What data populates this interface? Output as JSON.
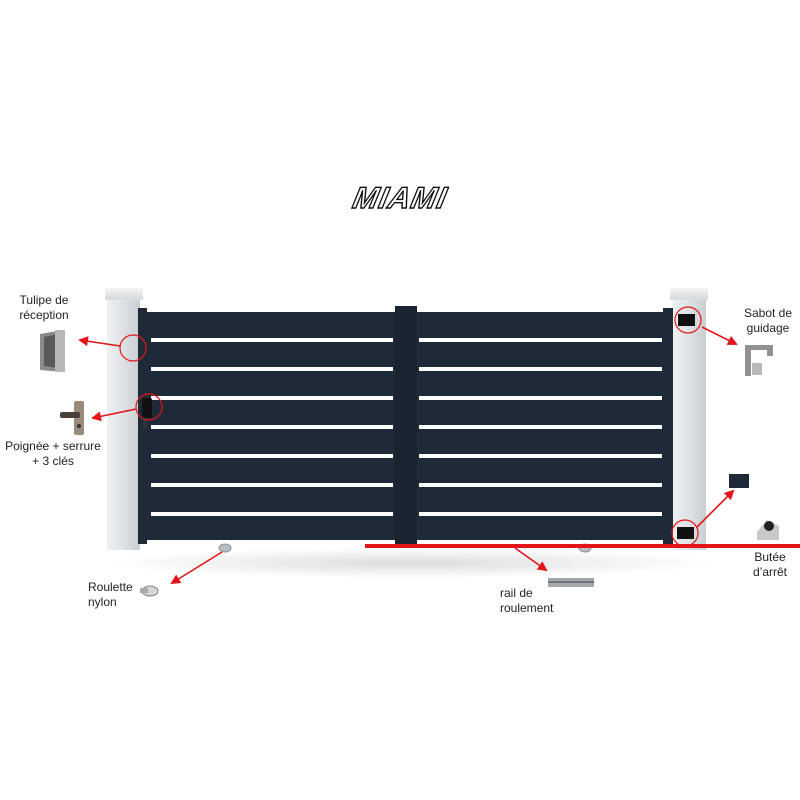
{
  "title": "MIAMI",
  "labels": {
    "tulipe": [
      "Tulipe de",
      "réception"
    ],
    "poignee": [
      "Poignée + serrure",
      "+ 3 clés"
    ],
    "roulette": [
      "Roulette",
      "nylon"
    ],
    "rail": [
      "rail de",
      "roulement"
    ],
    "sabot": [
      "Sabot de",
      "guidage"
    ],
    "butee": [
      "Butée",
      "d’arrêt"
    ]
  },
  "colors": {
    "gate": "#1e2a38",
    "pillar": "#dfe3e6",
    "arrow": "#e3151a",
    "rail": "#e3151a"
  },
  "icons": {
    "tulipe": "receiving-tulip-icon",
    "poignee": "handle-lock-icon",
    "roulette": "nylon-wheel-icon",
    "rail": "rolling-rail-icon",
    "sabot": "guide-shoe-icon",
    "butee": "stop-block-icon"
  }
}
